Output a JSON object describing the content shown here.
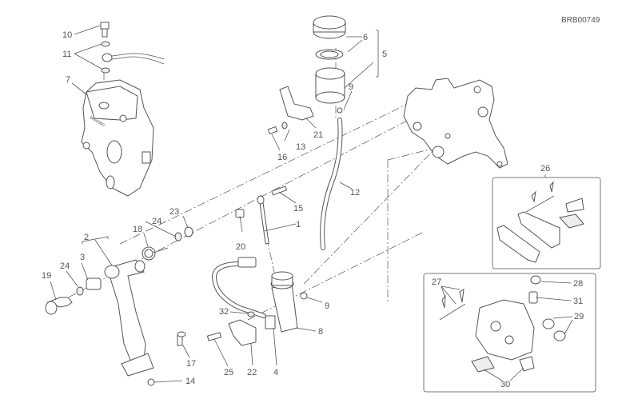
{
  "diagram": {
    "drawing_code": "BRB00749",
    "callouts": [
      {
        "id": "c1",
        "label": "1"
      },
      {
        "id": "c2",
        "label": "2"
      },
      {
        "id": "c3",
        "label": "3"
      },
      {
        "id": "c4",
        "label": "4"
      },
      {
        "id": "c5",
        "label": "5"
      },
      {
        "id": "c6",
        "label": "6"
      },
      {
        "id": "c7",
        "label": "7"
      },
      {
        "id": "c8",
        "label": "8"
      },
      {
        "id": "c9a",
        "label": "9"
      },
      {
        "id": "c9b",
        "label": "9"
      },
      {
        "id": "c10",
        "label": "10"
      },
      {
        "id": "c11",
        "label": "11"
      },
      {
        "id": "c12",
        "label": "12"
      },
      {
        "id": "c13",
        "label": "13"
      },
      {
        "id": "c14",
        "label": "14"
      },
      {
        "id": "c15",
        "label": "15"
      },
      {
        "id": "c16",
        "label": "16"
      },
      {
        "id": "c17",
        "label": "17"
      },
      {
        "id": "c18",
        "label": "18"
      },
      {
        "id": "c19",
        "label": "19"
      },
      {
        "id": "c20",
        "label": "20"
      },
      {
        "id": "c21",
        "label": "21"
      },
      {
        "id": "c22",
        "label": "22"
      },
      {
        "id": "c23",
        "label": "23"
      },
      {
        "id": "c24a",
        "label": "24"
      },
      {
        "id": "c24b",
        "label": "24"
      },
      {
        "id": "c25",
        "label": "25"
      },
      {
        "id": "c26",
        "label": "26"
      },
      {
        "id": "c27",
        "label": "27"
      },
      {
        "id": "c28",
        "label": "28"
      },
      {
        "id": "c29",
        "label": "29"
      },
      {
        "id": "c30",
        "label": "30"
      },
      {
        "id": "c31",
        "label": "31"
      },
      {
        "id": "c32",
        "label": "32"
      }
    ]
  }
}
